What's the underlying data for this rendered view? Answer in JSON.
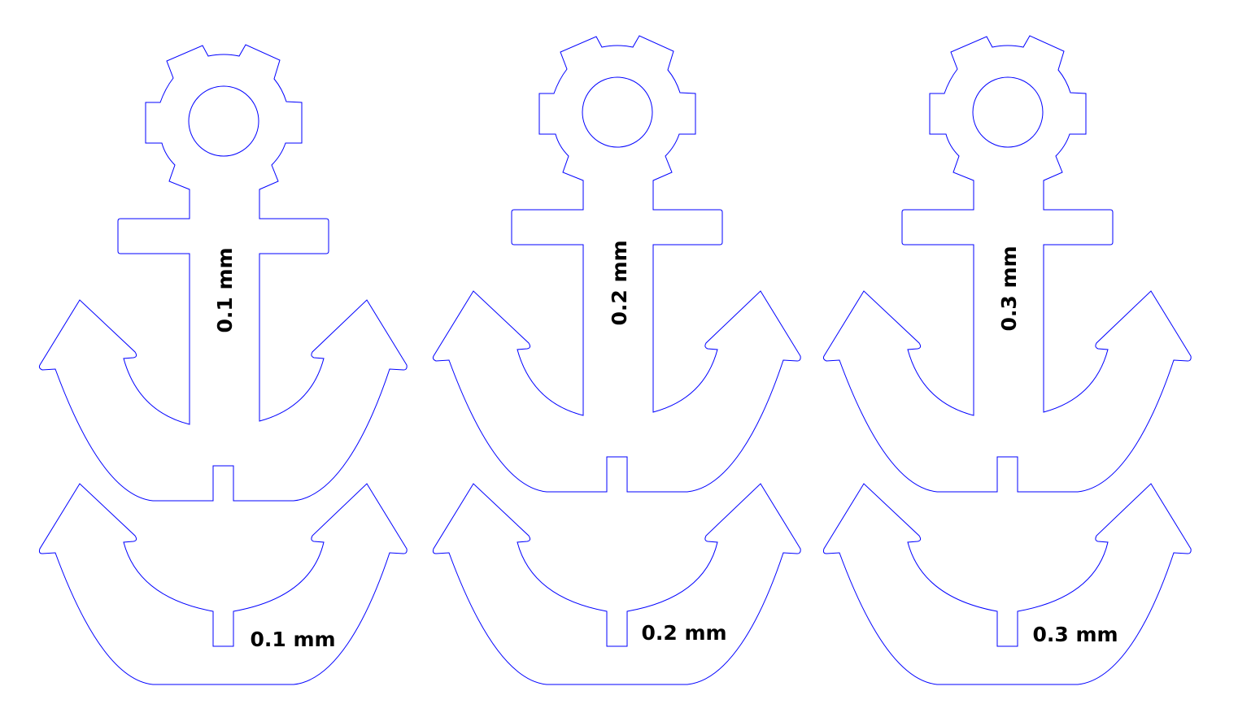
{
  "colors": {
    "cut_line": "#0000ff",
    "label": "#000000",
    "background": "#ffffff"
  },
  "pieces": [
    {
      "top_label": "0.1 mm",
      "bottom_label": "0.1 mm"
    },
    {
      "top_label": "0.2 mm",
      "bottom_label": "0.2 mm"
    },
    {
      "top_label": "0.3 mm",
      "bottom_label": "0.3 mm"
    }
  ]
}
